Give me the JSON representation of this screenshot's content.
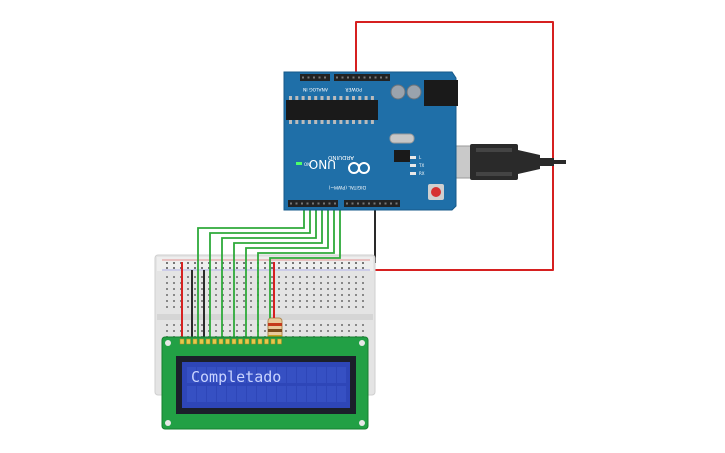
{
  "lcd": {
    "text": "Completado",
    "backlight_color": "#2e46b8",
    "text_color": "#c9d4ff",
    "pcb_color": "#22a045"
  },
  "arduino": {
    "brand": "ARDUINO",
    "model": "UNO",
    "header_digital_label": "DIGITAL (PWM~)",
    "header_analog_label": "ANALOG IN",
    "header_power_label": "POWER",
    "led_on_label": "ON",
    "led_labels": [
      "L",
      "TX",
      "RX"
    ],
    "board_color": "#1f6fa8"
  },
  "wires": {
    "power_color": "#d62020",
    "ground_color": "#2a2a2a",
    "data_color": "#2eaa3a"
  },
  "breadboard": {
    "color": "#e6e6e6"
  }
}
